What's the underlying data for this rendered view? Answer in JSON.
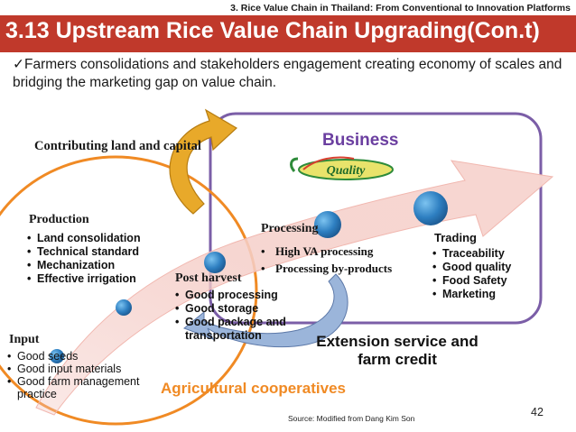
{
  "header": {
    "chapter_tag": "3.  Rice Value Chain in Thailand: From Conventional  to Innovation Platforms",
    "title": "3.13 Upstream Rice Value Chain Upgrading(Con.t)"
  },
  "intro": {
    "check_mark": "✓",
    "text": "Farmers consolidations and stakeholders engagement creating economy of scales and bridging the marketing gap on value chain."
  },
  "diagram": {
    "contributing_label": "Contributing land and capital",
    "business_label": "Business",
    "quality_logo_text": "Quality",
    "stages": {
      "production": {
        "title": "Production",
        "items": [
          "Land consolidation",
          "Technical standard",
          "Mechanization",
          "Effective irrigation"
        ]
      },
      "processing": {
        "title": "Processing",
        "items": [
          "High VA processing",
          "Processing by-products"
        ]
      },
      "trading": {
        "title": "Trading",
        "items": [
          "Traceability",
          "Good quality",
          "Food Safety",
          "Marketing"
        ]
      },
      "post_harvest": {
        "title": "Post harvest",
        "items": [
          "Good processing",
          "Good storage",
          "Good package and transportation"
        ]
      },
      "input": {
        "title": "Input",
        "items": [
          "Good seeds",
          "Good input materials",
          "Good farm management practice"
        ]
      }
    },
    "extension_label": "Extension service and farm credit",
    "agri_coop_label": "Agricultural cooperatives",
    "colors": {
      "title_bar": "#c0392b",
      "business_border": "#7b5ea7",
      "business_text": "#6b3fa0",
      "coop_circle": "#f08a24",
      "arrow_fill": "#f6d3cf",
      "node_blue": "#2e7fc1",
      "curved_arrow_gold": "#e8a92a",
      "curved_arrow_blue": "#9bb5da"
    }
  },
  "footer": {
    "source": "Source: Modified from Dang Kim Son",
    "page_number": "42"
  }
}
